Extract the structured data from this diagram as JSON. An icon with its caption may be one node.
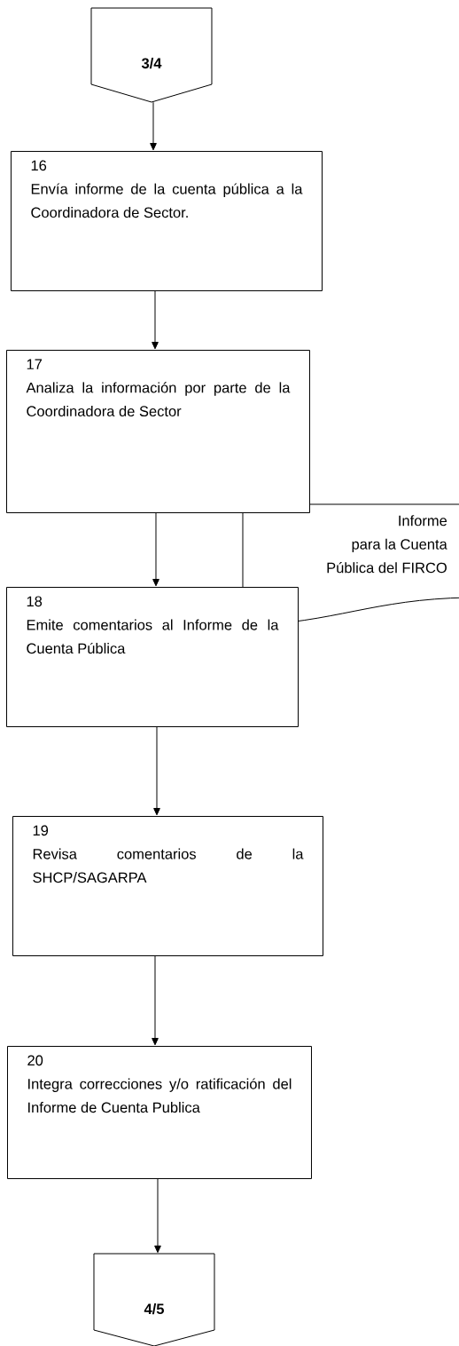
{
  "diagram": {
    "nodes": [
      {
        "text": [
          "3/4"
        ]
      },
      {
        "text": [
          "16",
          "Envía informe de la cuenta pública a la Coordinadora de Sector."
        ]
      },
      {
        "text": [
          "17",
          "Analiza la información por parte de la Coordinadora de Sector"
        ]
      },
      {
        "text": [
          "Informe para la Cuenta Pública del FIRCO"
        ]
      },
      {
        "text": [
          "18",
          "Emite comentarios al Informe de la Cuenta Pública"
        ]
      },
      {
        "text": [
          "19",
          "Revisa comentarios de la SHCP/SAGARPA"
        ]
      },
      {
        "text": [
          "20",
          "Integra correcciones y/o ratificación del Informe de Cuenta Publica"
        ]
      },
      {
        "text": [
          "4/5"
        ]
      }
    ],
    "edges": [
      {
        "from": 0,
        "to": 1,
        "arrow": "to"
      },
      {
        "from": 1,
        "to": 2,
        "arrow": "to"
      },
      {
        "from": 2,
        "to": 4,
        "arrow": "to"
      },
      {
        "from": 4,
        "to": 5,
        "arrow": "to"
      },
      {
        "from": 5,
        "to": 6,
        "arrow": "to"
      },
      {
        "from": 6,
        "to": 7,
        "arrow": "to"
      }
    ]
  }
}
